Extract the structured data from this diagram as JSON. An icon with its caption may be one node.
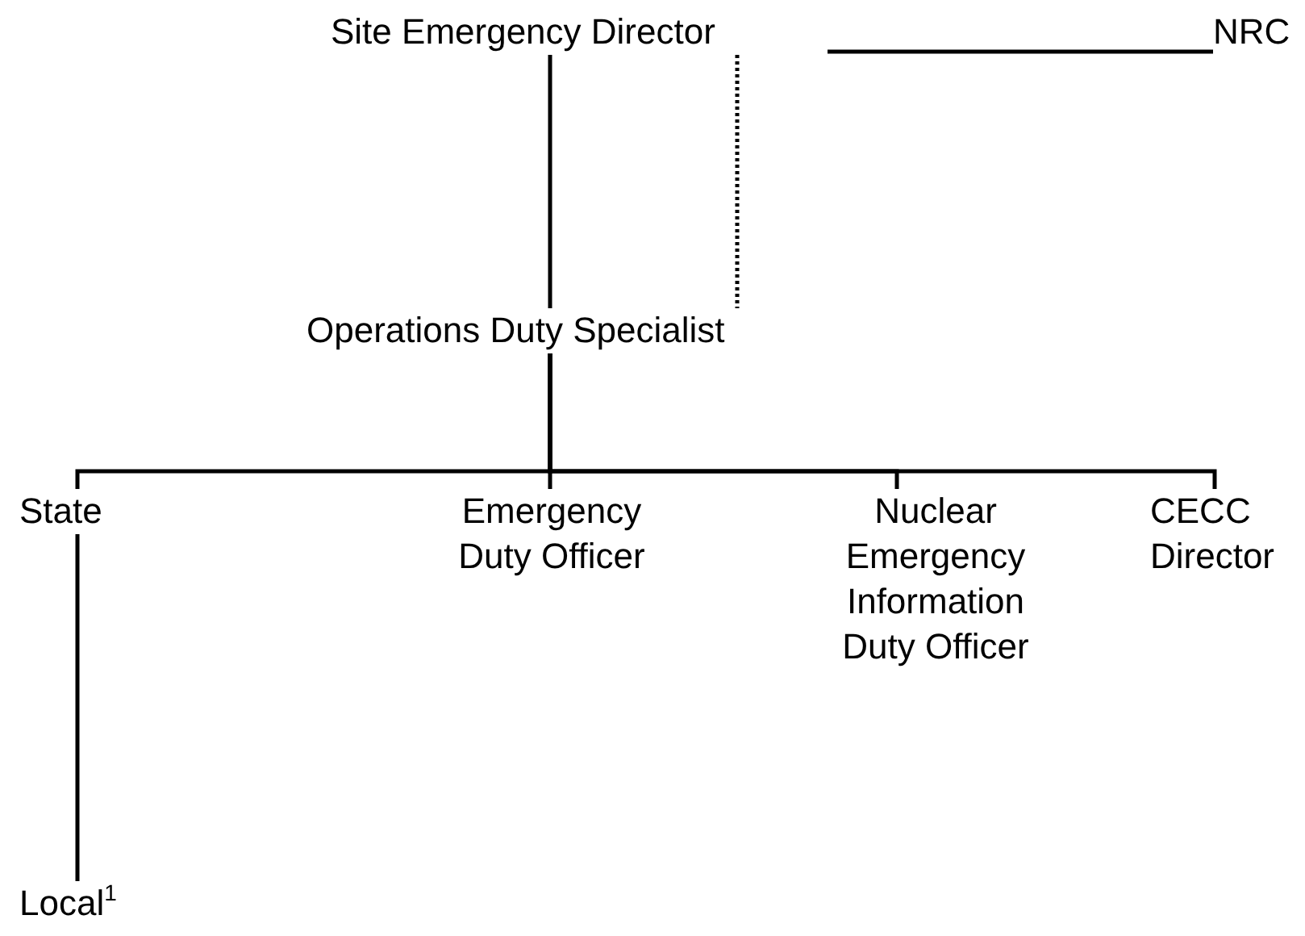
{
  "diagram": {
    "nodes": [
      {
        "text": [
          "Site Emergency Director"
        ]
      },
      {
        "text": [
          "NRC"
        ]
      },
      {
        "text": [
          "Operations Duty Specialist"
        ]
      },
      {
        "text": [
          "State"
        ]
      },
      {
        "text": [
          "Emergency Duty Officer"
        ]
      },
      {
        "text": [
          "Nuclear Emergency Information Duty Officer"
        ]
      },
      {
        "text": [
          "CECC Director"
        ]
      },
      {
        "text": [
          "Local$^{1}$"
        ]
      }
    ],
    "edges": [
      {
        "from": 0,
        "to": 1,
        "arrow": "none"
      },
      {
        "from": 0,
        "to": 2,
        "arrow": "none"
      },
      {
        "from": 0,
        "to": 2,
        "arrow": "none",
        "style": "dashed"
      },
      {
        "from": 2,
        "to": 3,
        "arrow": "none"
      },
      {
        "from": 2,
        "to": 4,
        "arrow": "none"
      },
      {
        "from": 2,
        "to": 5,
        "arrow": "none"
      },
      {
        "from": 2,
        "to": 6,
        "arrow": "none"
      },
      {
        "from": 3,
        "to": 7,
        "arrow": "none"
      }
    ]
  }
}
